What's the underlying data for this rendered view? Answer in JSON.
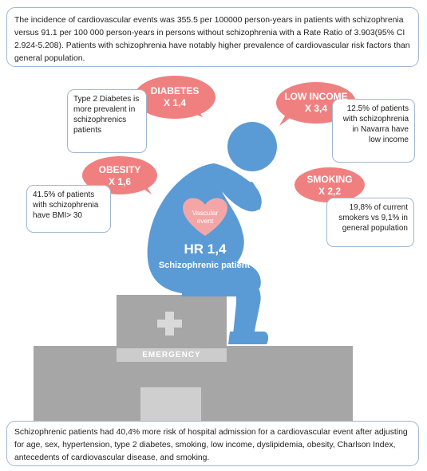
{
  "top_text": "The incidence of cardiovascular events was 355.5 per 100000 person-years in patients with schizophrenia versus 91.1 per 100 000 person-years in persons without schizophrenia with a Rate Ratio of 3.903(95% CI 2.924-5.208). Patients with schizophrenia have notably higher prevalence of cardiovascular risk factors than general population.",
  "bottom_text": "Schizophrenic patients had 40,4% more risk of hospital admission for a cardiovascular event after adjusting for age, sex, hypertension, type 2 diabetes, smoking, low income, dyslipidemia, obesity, Charlson Index, antecedents of cardiovascular disease, and smoking.",
  "risk_factors": {
    "diabetes": {
      "name": "DIABETES",
      "ratio": "X 1,4",
      "note": "Type 2 Diabetes is more prevalent in schizophrenics patients"
    },
    "obesity": {
      "name": "OBESITY",
      "ratio": "X 1,6",
      "note": "41.5% of patients with schizophrenia have BMI> 30"
    },
    "low_income": {
      "name": "LOW INCOME",
      "ratio": "X 3,4",
      "note": "12.5% of patients with schizophrenia in Navarra have low income"
    },
    "smoking": {
      "name": "SMOKING",
      "ratio": "X 2,2",
      "note": "19,8% of current smokers vs 9,1% in general population"
    }
  },
  "heart_label_1": "Vascular",
  "heart_label_2": "event",
  "hr_value": "HR 1,4",
  "patient_label": "Schizophrenic patient",
  "building_sign": "EMERGENCY",
  "colors": {
    "figure_blue": "#5b9bd5",
    "bubble_pink": "#f08080",
    "heart_pink": "#f4a6a6",
    "building_gray": "#a6a6a6",
    "building_dark": "#999999",
    "box_border": "#9fb7cf"
  }
}
